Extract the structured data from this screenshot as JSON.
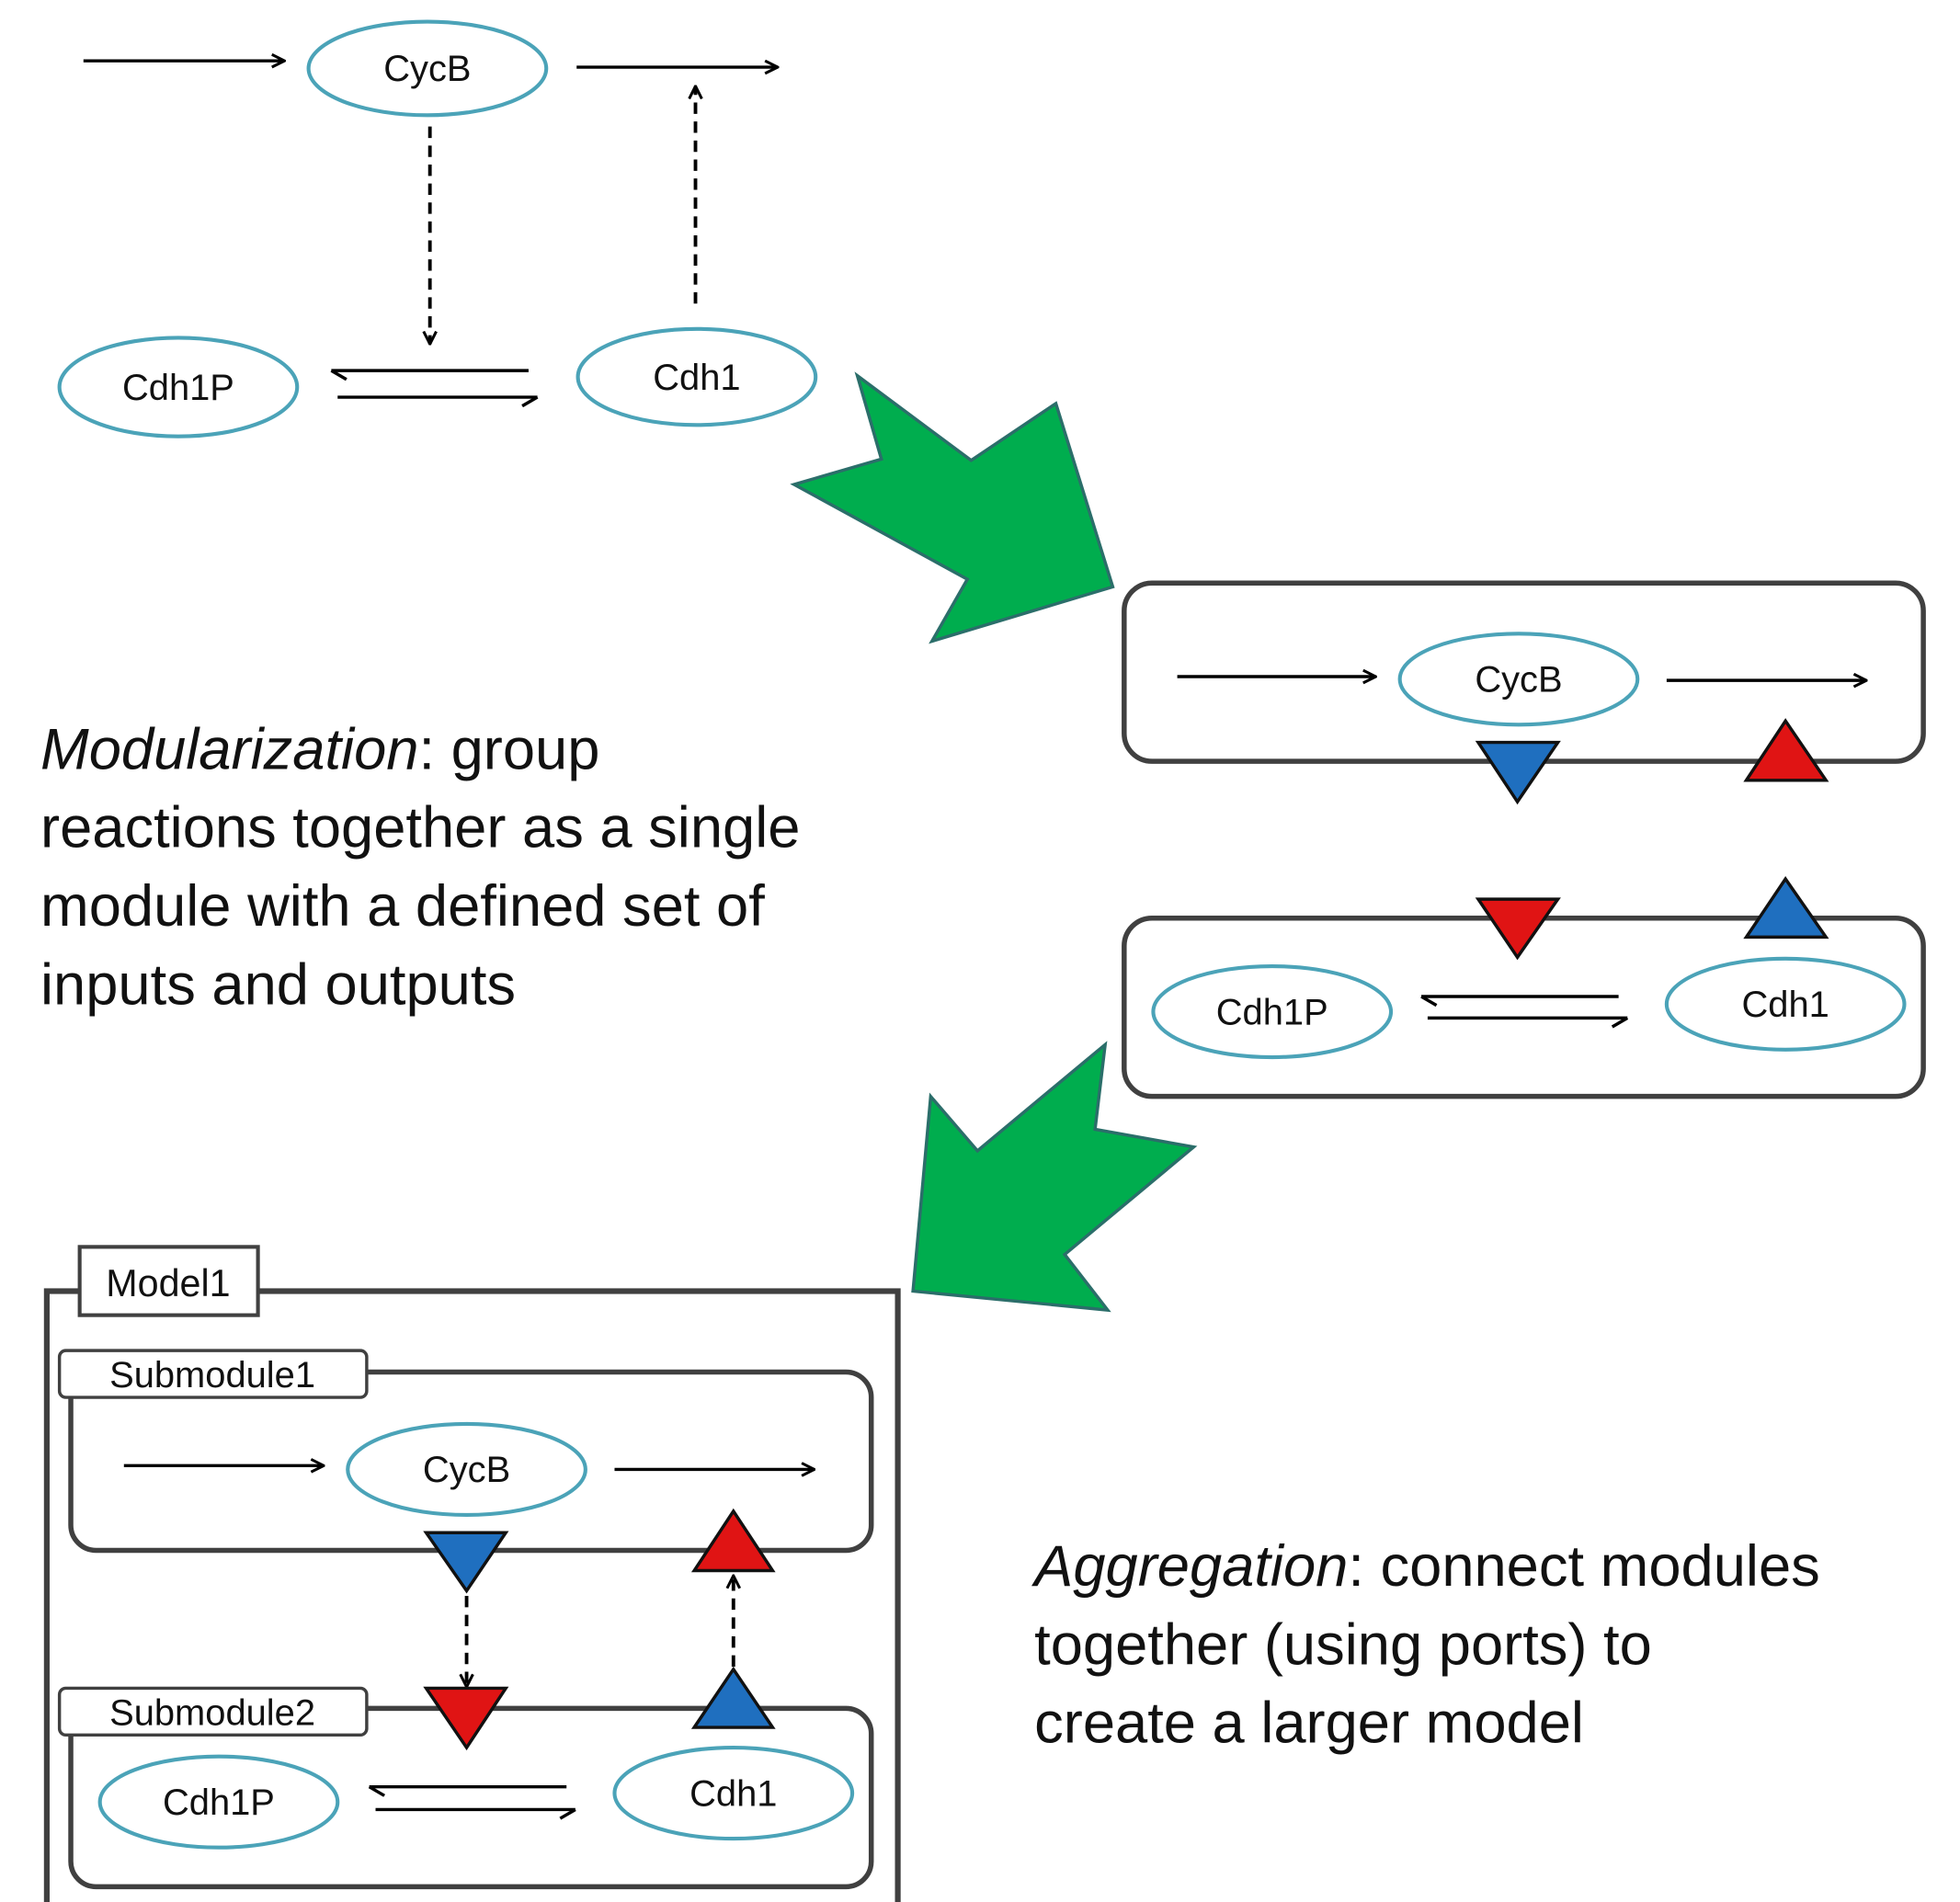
{
  "colors": {
    "node_fill": "#ffffff",
    "node_stroke": "#4ba3b8",
    "module_stroke": "#404040",
    "big_arrow_fill": "#00ad4e",
    "big_arrow_stroke": "#2b6e6a",
    "port_blue": "#1f6fbf",
    "port_red": "#e01414"
  },
  "nodes": {
    "cycb": "CycB",
    "cdh1p": "Cdh1P",
    "cdh1": "Cdh1"
  },
  "captions": {
    "modularization": {
      "term": "Modularization",
      "rest_first": ": group",
      "lines": [
        "reactions together as a single",
        "module with a defined set of",
        "inputs and outputs"
      ]
    },
    "aggregation": {
      "term": "Aggregation",
      "rest_first": ": connect modules",
      "lines": [
        "together (using ports) to",
        "create a larger model"
      ]
    }
  },
  "model": {
    "title": "Model1",
    "submodule1": "Submodule1",
    "submodule2": "Submodule2"
  }
}
